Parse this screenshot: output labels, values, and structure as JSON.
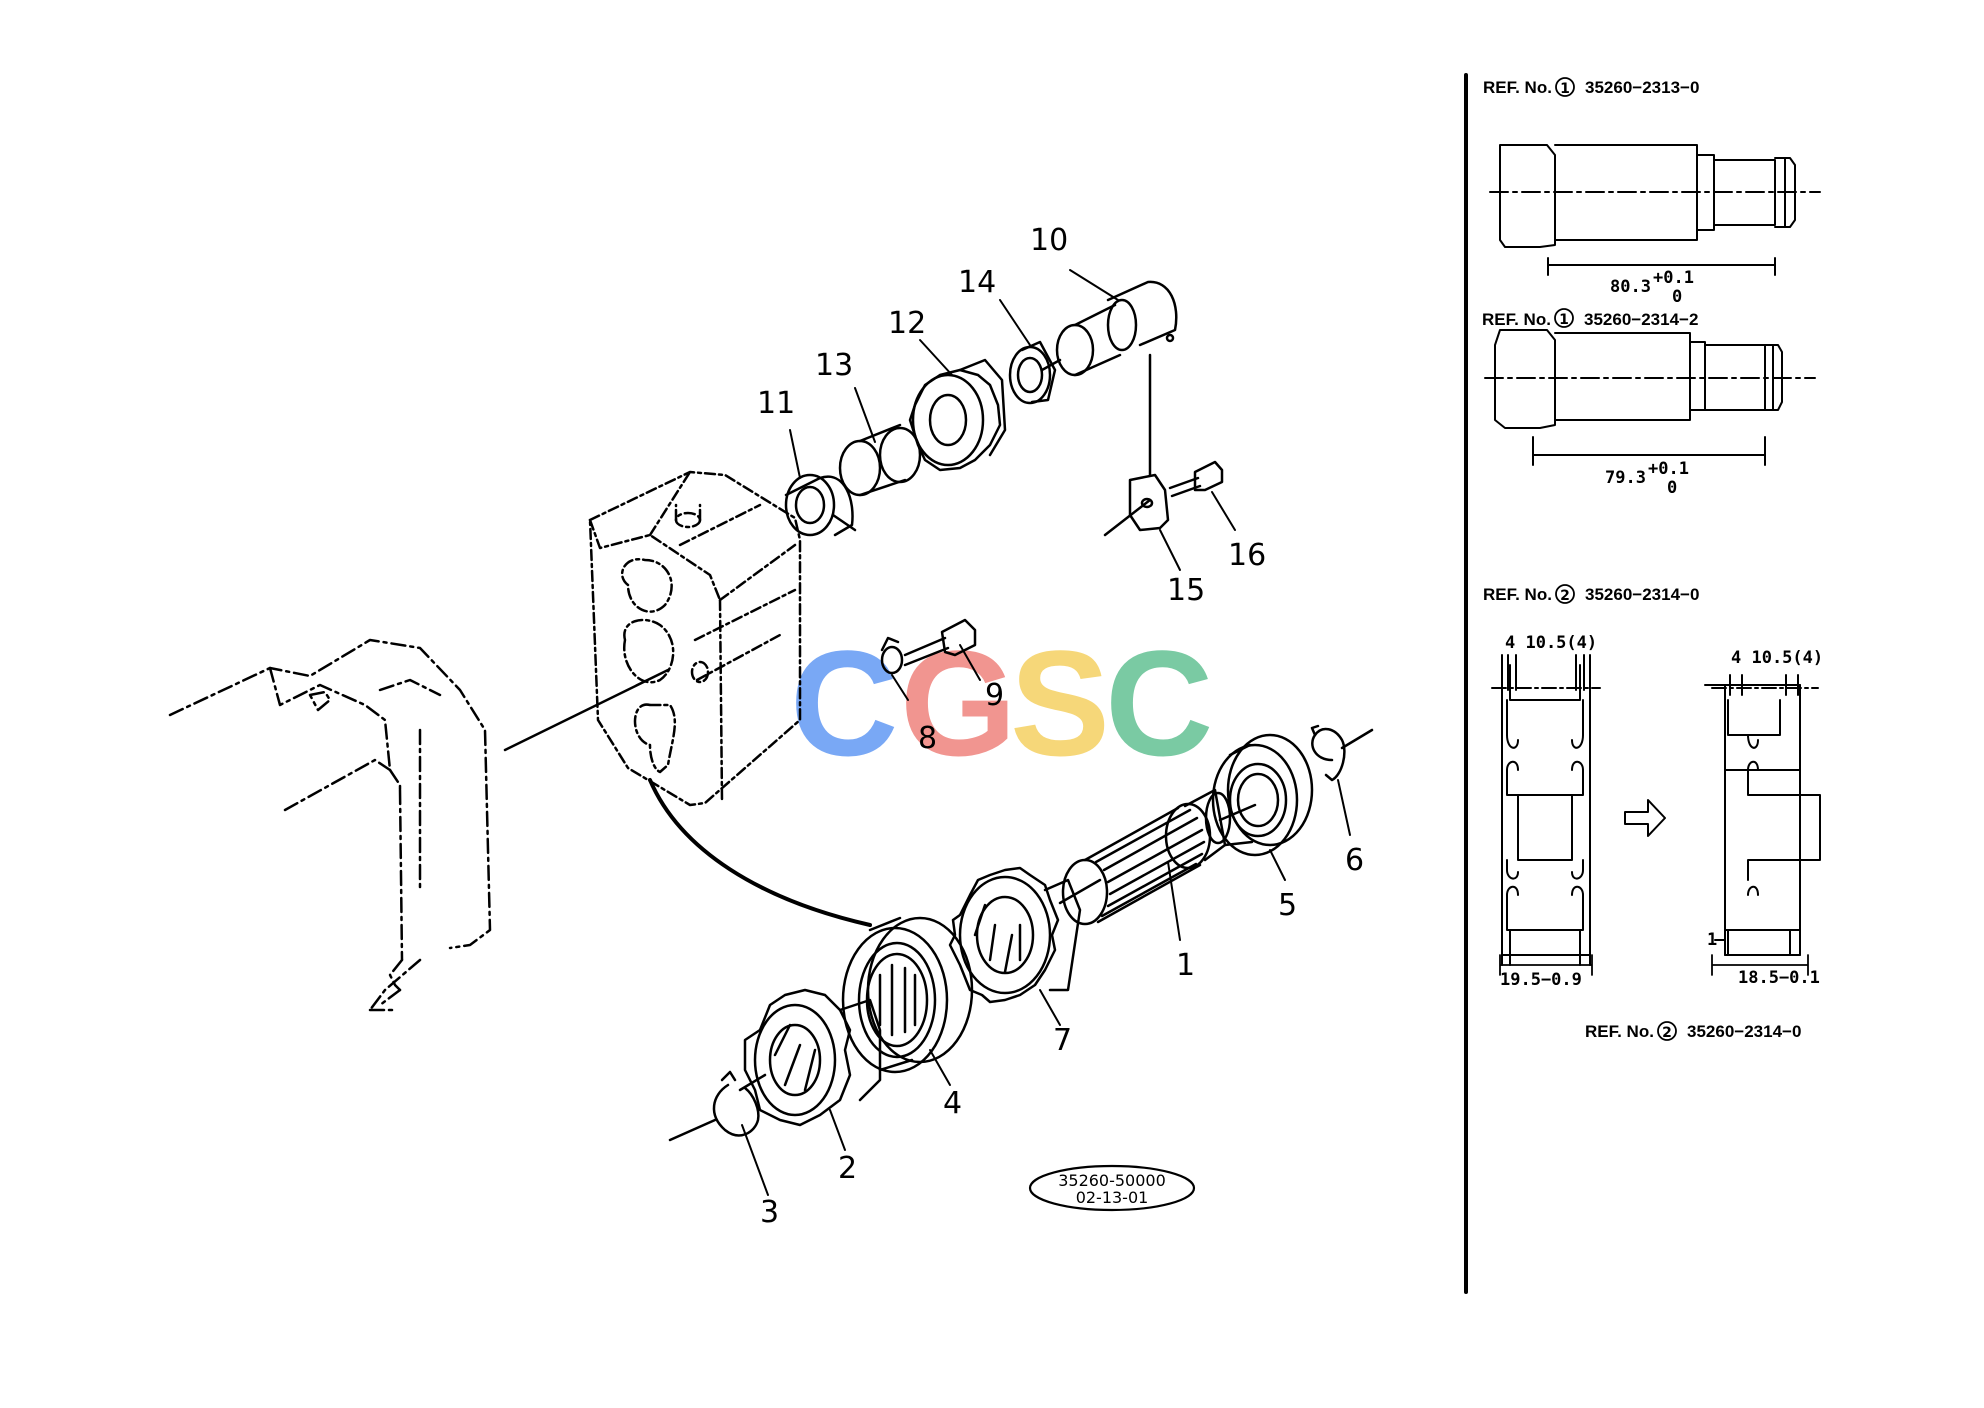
{
  "callouts": [
    "1",
    "2",
    "3",
    "4",
    "5",
    "6",
    "7",
    "8",
    "9",
    "10",
    "11",
    "12",
    "13",
    "14",
    "15",
    "16"
  ],
  "drawing_number": {
    "line1": "35260-50000",
    "line2": "02-13-01"
  },
  "ref_panel": {
    "ref1a": {
      "label": "REF. No.",
      "num": "1",
      "part": "35260−2313−0",
      "dim_value": "80.3",
      "tol_upper": "+0.1",
      "tol_lower": "0"
    },
    "ref1b": {
      "label": "REF. No.",
      "num": "1",
      "part": "35260−2314−2",
      "dim_value": "79.3",
      "tol_upper": "+0.1",
      "tol_lower": "0"
    },
    "ref2": {
      "label": "REF. No.",
      "num": "2",
      "part": "35260−2314−0",
      "left_top_dim": "4 10.5(4)",
      "right_top_dim": "4 10.5(4)",
      "left_bottom_dim": "19.5−0.9",
      "right_bottom_dim": "18.5−0.1",
      "side_mark": "1"
    },
    "ref2_footer": {
      "label": "REF. No.",
      "num": "2",
      "part": "35260−2314−0"
    }
  },
  "watermark": {
    "letters": [
      "C",
      "G",
      "S",
      "C"
    ],
    "colors": [
      "#6b9ff5",
      "#f08a84",
      "#f6d36b",
      "#6cc59a"
    ]
  }
}
